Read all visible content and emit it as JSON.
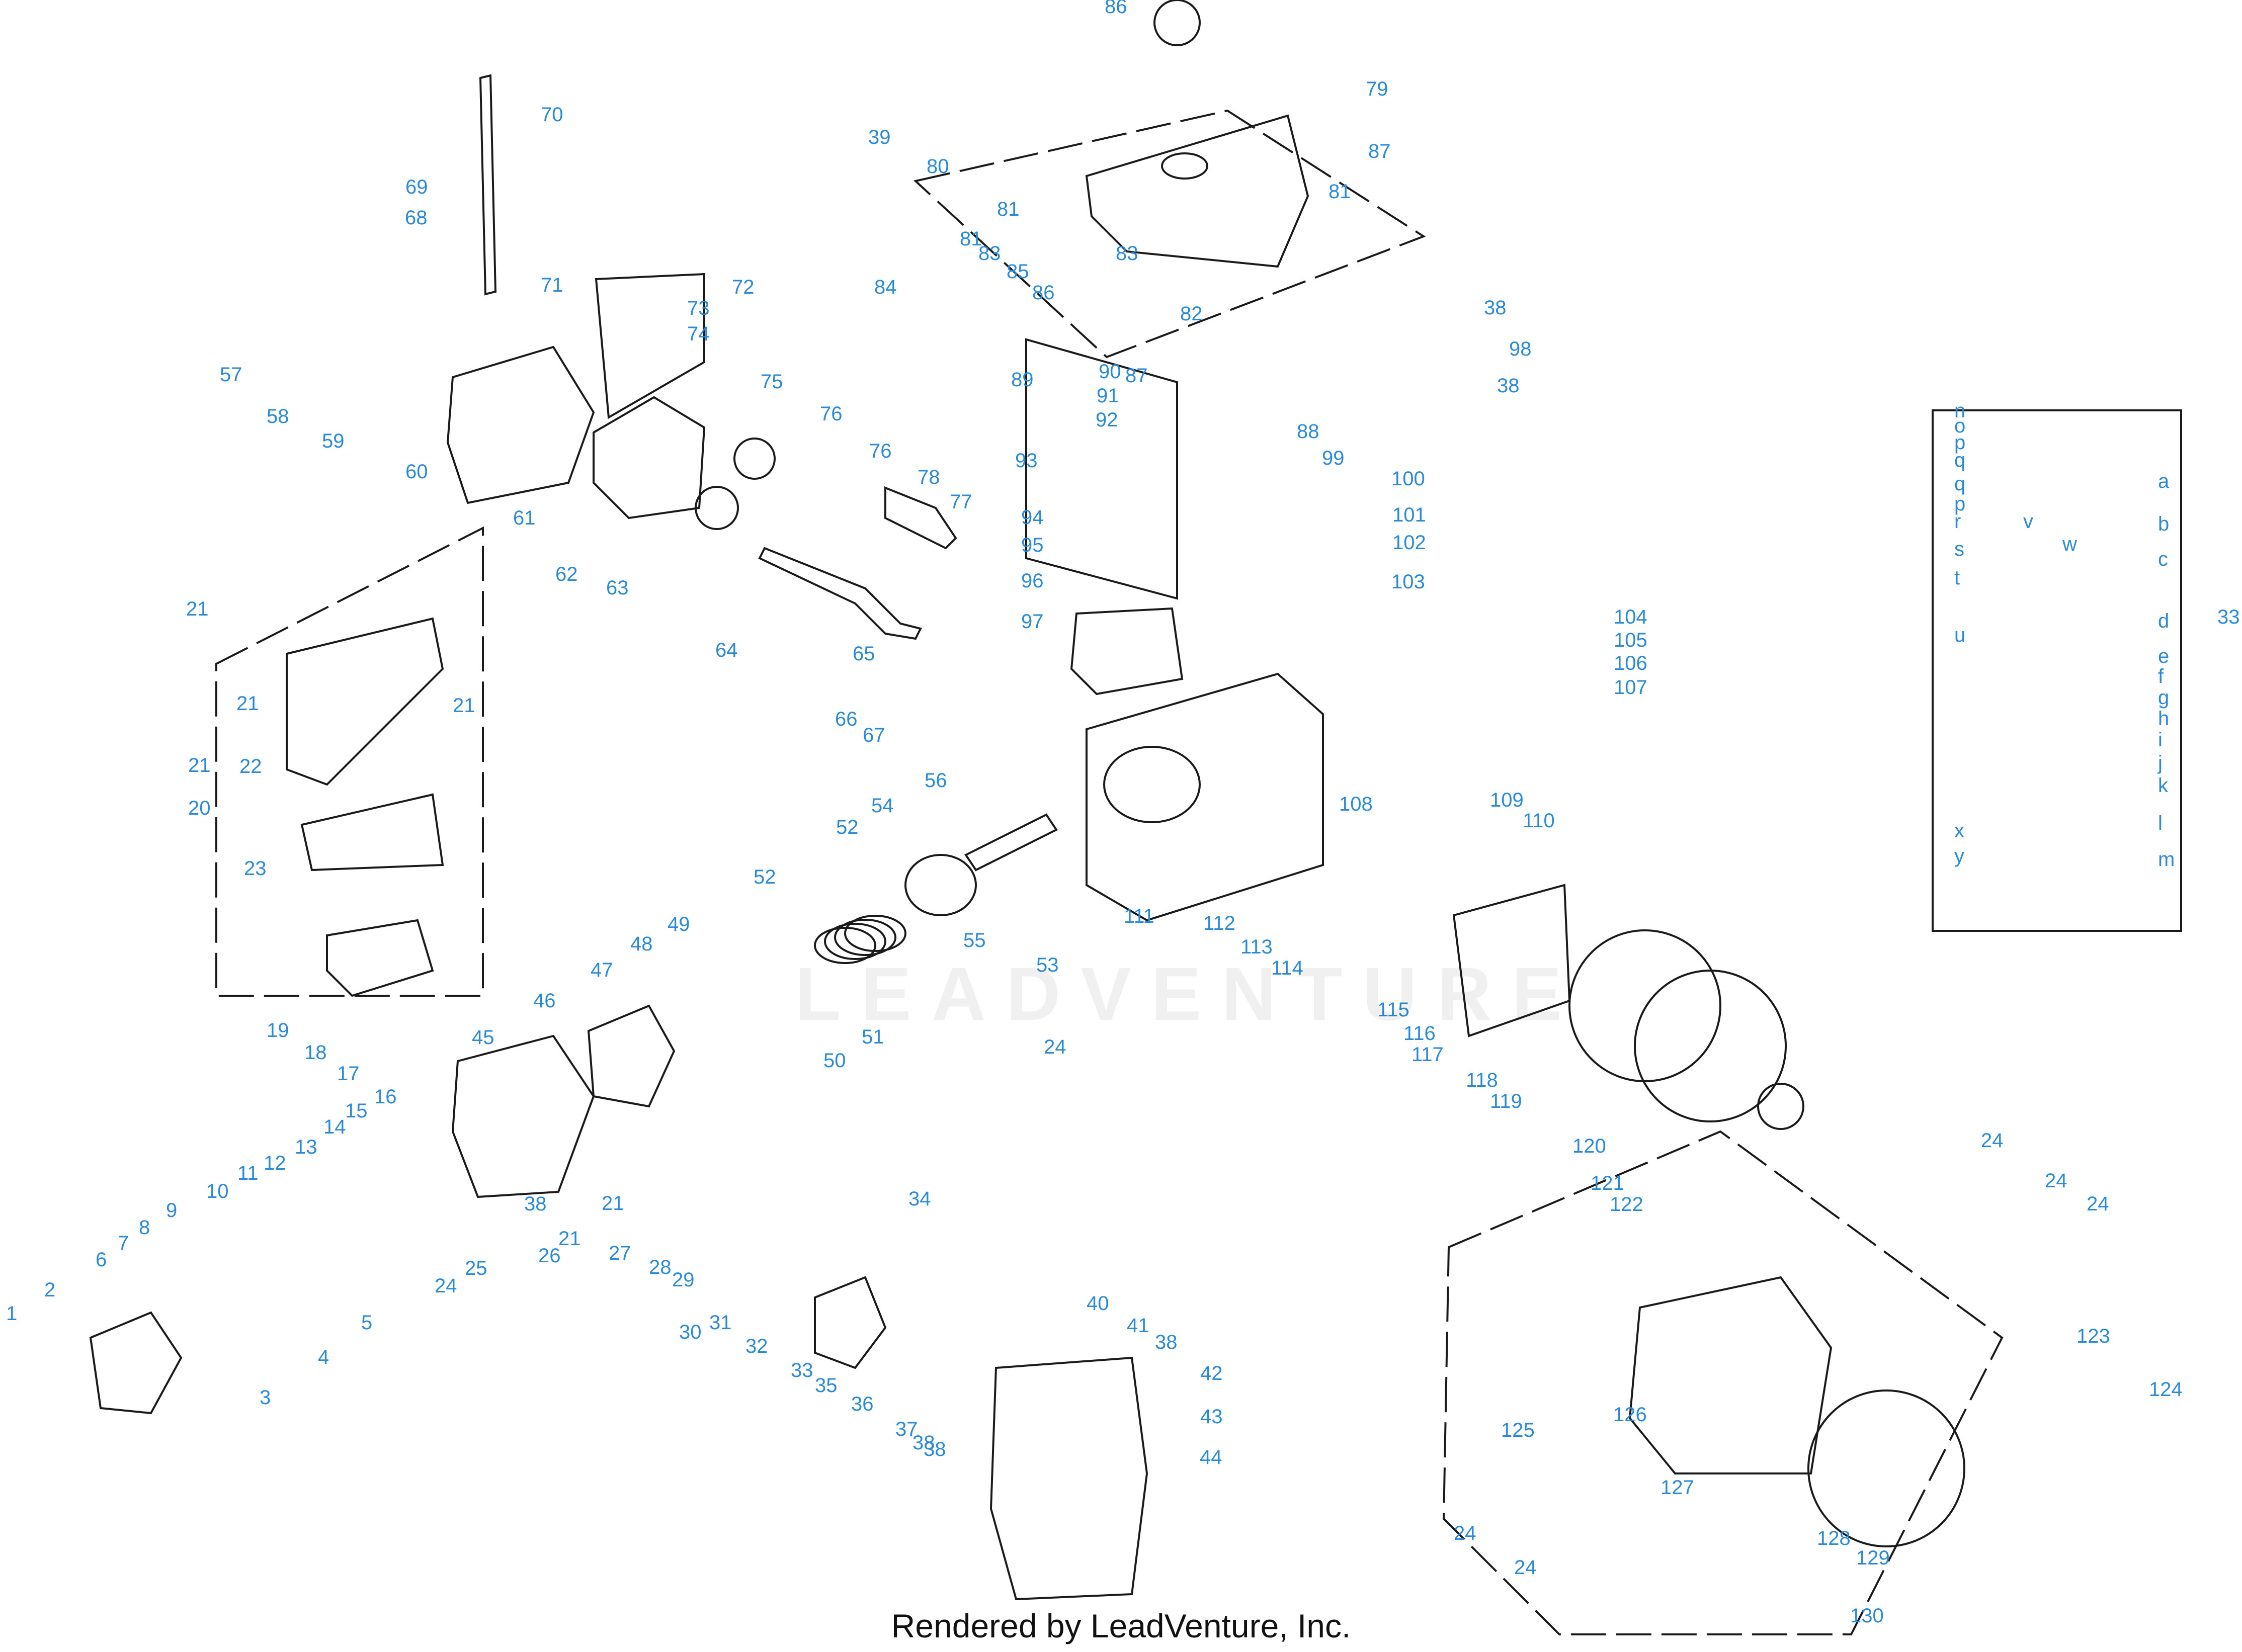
{
  "footer": "Rendered by LeadVenture, Inc.",
  "watermark": "LEADVENTURE",
  "colors": {
    "callout": "#2a8ad8",
    "line": "#1a1a1a",
    "background": "#ffffff"
  },
  "callouts": [
    "1",
    "2",
    "3",
    "4",
    "5",
    "6",
    "7",
    "8",
    "9",
    "10",
    "11",
    "12",
    "13",
    "14",
    "15",
    "16",
    "17",
    "18",
    "19",
    "20",
    "21",
    "21",
    "21",
    "21",
    "21",
    "21",
    "22",
    "23",
    "24",
    "24",
    "24",
    "24",
    "24",
    "24",
    "24",
    "25",
    "26",
    "27",
    "28",
    "29",
    "30",
    "31",
    "32",
    "33",
    "33",
    "34",
    "35",
    "36",
    "37",
    "38",
    "38",
    "38",
    "38",
    "38",
    "38",
    "39",
    "40",
    "41",
    "42",
    "43",
    "44",
    "45",
    "46",
    "47",
    "48",
    "49",
    "50",
    "51",
    "52",
    "52",
    "53",
    "54",
    "55",
    "56",
    "57",
    "58",
    "59",
    "60",
    "61",
    "62",
    "63",
    "64",
    "65",
    "66",
    "67",
    "68",
    "69",
    "70",
    "71",
    "72",
    "73",
    "74",
    "75",
    "76",
    "76",
    "77",
    "78",
    "79",
    "80",
    "81",
    "81",
    "81",
    "82",
    "83",
    "83",
    "84",
    "85",
    "86",
    "86",
    "87",
    "87",
    "88",
    "89",
    "90",
    "91",
    "92",
    "93",
    "94",
    "95",
    "96",
    "97",
    "98",
    "99",
    "100",
    "101",
    "102",
    "103",
    "104",
    "105",
    "106",
    "107",
    "108",
    "109",
    "110",
    "111",
    "112",
    "113",
    "114",
    "115",
    "116",
    "117",
    "118",
    "119",
    "120",
    "121",
    "122",
    "123",
    "124",
    "125",
    "126",
    "127",
    "128",
    "129",
    "130"
  ],
  "inset_labels": [
    "n",
    "o",
    "p",
    "q",
    "a",
    "q",
    "p",
    "v",
    "r",
    "w",
    "b",
    "s",
    "c",
    "t",
    "u",
    "d",
    "e",
    "f",
    "g",
    "h",
    "i",
    "j",
    "k",
    "x",
    "y",
    "l",
    "m"
  ]
}
